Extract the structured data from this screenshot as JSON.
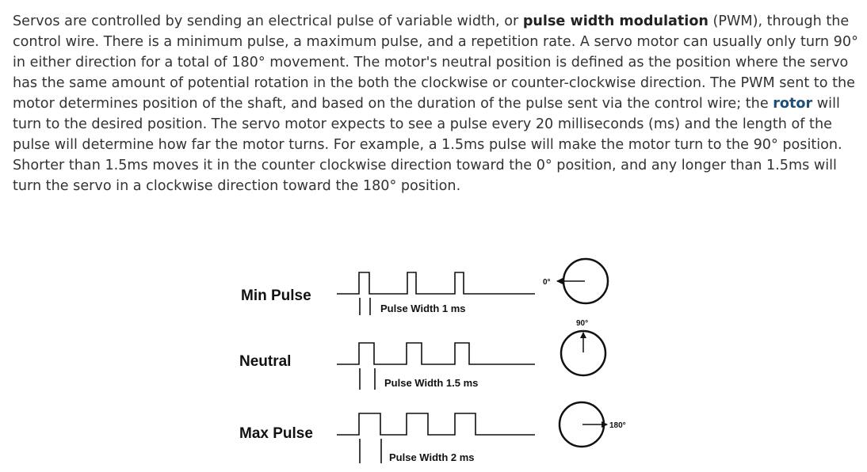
{
  "article": {
    "p_part1": "Servos are controlled by sending an electrical pulse of variable width, or ",
    "bold_term": "pulse width modulation",
    "p_part2": " (PWM), through the control wire. There is a minimum pulse, a maximum pulse, and a repetition rate. A servo motor can usually only turn 90° in either direction for a total of 180° movement. The motor's neutral position is defined as the position where the servo has the same amount of potential rotation in the both the clockwise or counter-clockwise direction. The PWM sent to the motor determines position of the shaft, and based on the duration of the pulse sent via the control wire; the ",
    "link_term": "rotor",
    "p_part3": " will turn to the desired position. The servo motor expects to see a pulse every 20 milliseconds (ms) and the length of the pulse will determine how far the motor turns. For example, a 1.5ms pulse will make the motor turn to the 90° position. Shorter than 1.5ms moves it in the counter clockwise direction toward the 0° position, and any longer than 1.5ms will turn the servo in a clockwise direction toward the 180° position."
  },
  "colors": {
    "text": "#333333",
    "link": "#1f4e79",
    "diagram": "#111111"
  },
  "diagram": {
    "rows": [
      {
        "label": "Min Pulse",
        "pulse_width_label": "Pulse Width 1 ms",
        "pulse_ms": 1
      },
      {
        "label": "Neutral",
        "pulse_width_label": "Pulse Width 1.5 ms",
        "pulse_ms": 1.5
      },
      {
        "label": "Max Pulse",
        "pulse_width_label": "Pulse Width 2 ms",
        "pulse_ms": 2
      }
    ],
    "angles": {
      "min": "0°",
      "neutral": "90°",
      "max": "180°"
    },
    "icons": [
      "servo-dial-icon",
      "arrow-icon"
    ]
  }
}
